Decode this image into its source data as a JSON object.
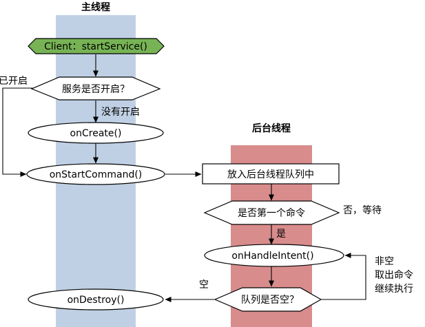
{
  "lanes": {
    "main_thread": "主线程",
    "background_thread": "后台线程"
  },
  "nodes": {
    "start_service": "Client：startService()",
    "is_started": "服务是否开启？",
    "on_create": "onCreate()",
    "on_start_command": "onStartCommand()",
    "enqueue": "放入后台线程队列中",
    "is_first": "是否第一个命令",
    "on_handle_intent": "onHandleIntent()",
    "queue_empty": "队列是否空？",
    "on_destroy": "onDestroy()"
  },
  "edges": {
    "already_started": "已开启",
    "not_started": "没有开启",
    "no_wait": "否，等待",
    "yes": "是",
    "empty": "空",
    "not_empty_1": "非空",
    "not_empty_2": "取出命令",
    "not_empty_3": "继续执行"
  },
  "colors": {
    "main_lane": "#c0d0e4",
    "background_lane": "#d88c8c",
    "start_node": "#77b355"
  }
}
